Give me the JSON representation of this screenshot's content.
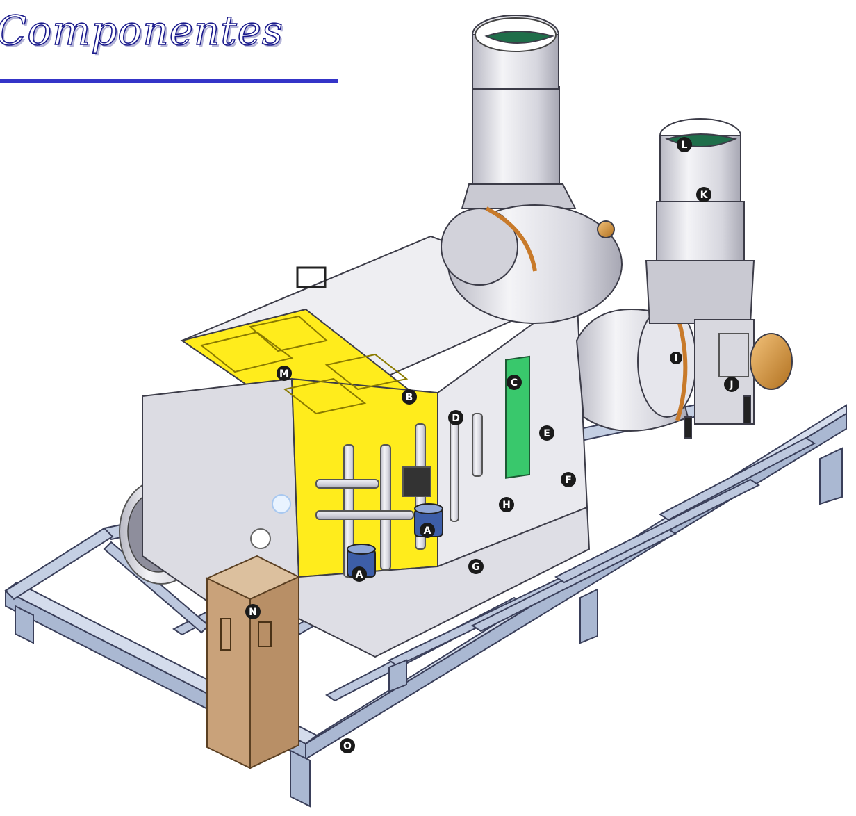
{
  "title": "Componentes",
  "labels": {
    "A1": "A",
    "A2": "A",
    "B": "B",
    "C": "C",
    "D": "D",
    "E": "E",
    "F": "F",
    "G": "G",
    "H": "H",
    "I": "I",
    "J": "J",
    "K": "K",
    "L": "L",
    "M": "M",
    "N": "N",
    "O": "O"
  },
  "colors": {
    "title_stroke": "#1a1a8c",
    "rule": "#3434c8",
    "housing": "#e3e3e8",
    "frame": "#aab8d2",
    "yellow_panel": "#ffec1c",
    "green_indicator": "#39c86c",
    "cabinet": "#c9a27a",
    "motor_copper": "#d9963d",
    "damper_green": "#1f6e4a",
    "label_bg": "#1a1a1a"
  }
}
